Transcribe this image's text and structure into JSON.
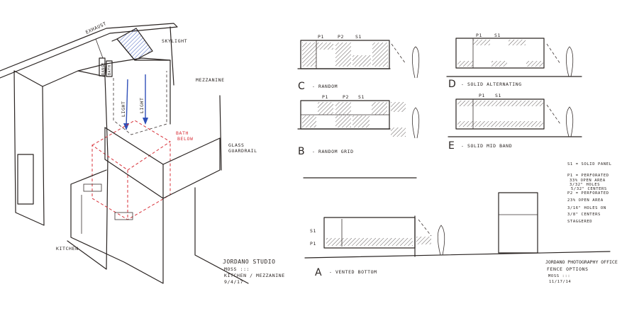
{
  "left_sketch": {
    "labels": {
      "exhaust": "EXHAUST",
      "skylight": "SKYLIGHT",
      "mezzanine": "MEZZANINE",
      "light_1": "LIGHT",
      "light_2": "LIGHT",
      "range": "RANGE",
      "bath": "BATH",
      "bath_below": [
        "BATH",
        "BELOW"
      ],
      "glass_guardrail": [
        "GLASS",
        "GUARDRAIL"
      ],
      "kitchen": "KITCHEN"
    },
    "title_block": [
      "JORDANO STUDIO",
      "MOSS :::",
      "KITCHEN / MEZZANINE",
      "9/4/17"
    ]
  },
  "right_sketch": {
    "options": [
      {
        "letter": "C",
        "label": "- RANDOM",
        "callouts": [
          "P1",
          "P2",
          "S1"
        ]
      },
      {
        "letter": "D",
        "label": "- SOLID ALTERNATING",
        "callouts": [
          "P1",
          "S1"
        ]
      },
      {
        "letter": "B",
        "label": "- RANDOM GRID",
        "callouts": [
          "P1",
          "P2",
          "S1"
        ]
      },
      {
        "letter": "E",
        "label": "- SOLID MID BAND",
        "callouts": [
          "P1",
          "S1"
        ]
      },
      {
        "letter": "A",
        "label": "- VENTED BOTTOM",
        "callouts": [
          "S1",
          "P1"
        ]
      }
    ],
    "notes": [
      "S1 = SOLID PANEL",
      "P1 = PERFORATED",
      "33% OPEN AREA",
      "3/32\" HOLES",
      "5/32\" CENTERS",
      "P2 = PERFORATED",
      "23% OPEN AREA",
      "3/16\" HOLES ON",
      "3/8\" CENTERS",
      "STAGGERED"
    ],
    "title_block": [
      "JORDANO PHOTOGRAPHY OFFICE",
      "FENCE OPTIONS",
      "MOSS :::",
      "11/17/14"
    ]
  },
  "colors": {
    "ink": "#2a2422",
    "red_markup": "#d8323a",
    "blue_light": "#2f4fb8"
  }
}
